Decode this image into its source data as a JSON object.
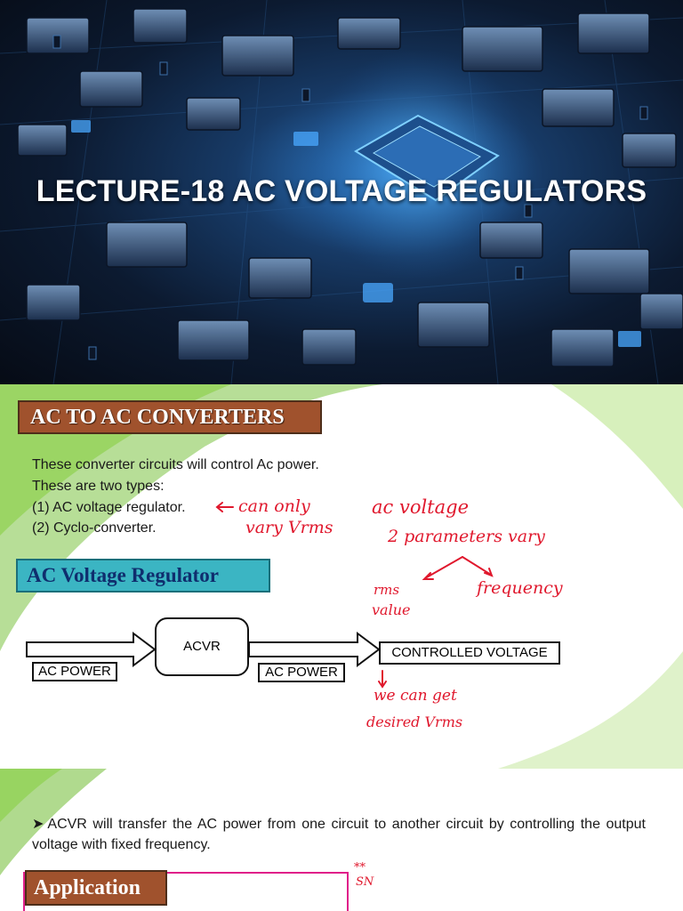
{
  "slide1": {
    "title": "LECTURE-18  AC VOLTAGE REGULATORS"
  },
  "slide2": {
    "heading": "AC TO AC CONVERTERS",
    "lines": [
      "These converter circuits will control Ac power.",
      "These are two types:",
      "(1) AC voltage regulator.",
      "(2) Cyclo-converter."
    ],
    "subheading": "AC Voltage Regulator",
    "diagram": {
      "input_label": "AC POWER",
      "block_label": "ACVR",
      "output_power_label": "AC POWER",
      "output_label": "CONTROLLED VOLTAGE"
    },
    "handwritten": {
      "note1_line1": "can only",
      "note1_line2": "vary Vrms",
      "note2": "ac voltage",
      "note3": "2 parameters vary",
      "note4_line1": "rms",
      "note4_line2": "value",
      "note5": "frequency",
      "note6_line1": "we can get",
      "note6_line2": "desired Vrms"
    },
    "ink_color": "#e0182d"
  },
  "slide3": {
    "bullet": "ACVR will transfer the AC power from one circuit to another circuit by controlling the output voltage with fixed frequency.",
    "heading": "Application",
    "mark_line1": "**",
    "mark_line2": "SN"
  },
  "colors": {
    "heading_brown": "#a0522d",
    "heading_teal": "#3bb5c3",
    "accent_green": "#7cc242"
  }
}
